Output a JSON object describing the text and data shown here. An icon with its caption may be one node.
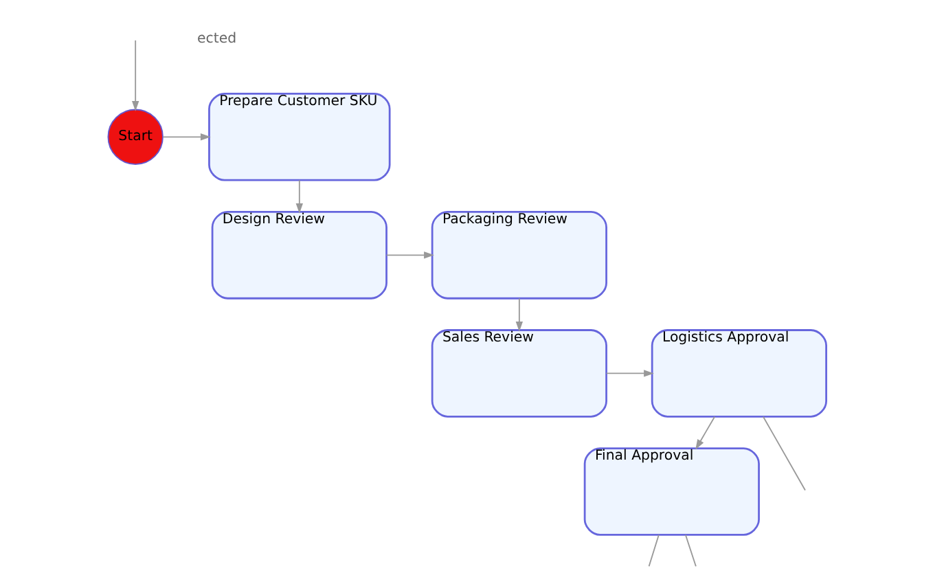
{
  "diagram": {
    "nodes": [
      {
        "text": [
          "Start"
        ]
      },
      {
        "text": [
          "Prepare Customer SKU"
        ]
      },
      {
        "text": [
          "Design Review"
        ]
      },
      {
        "text": [
          "Packaging Review"
        ]
      },
      {
        "text": [
          "Sales Review"
        ]
      },
      {
        "text": [
          "Logistics Approval"
        ]
      },
      {
        "text": [
          "Final Approval"
        ]
      }
    ],
    "edges": [
      {
        "from": null,
        "to": 0,
        "arrow": "to"
      },
      {
        "from": 0,
        "to": 1,
        "arrow": "to"
      },
      {
        "from": 1,
        "to": 2,
        "arrow": "to"
      },
      {
        "from": 2,
        "to": 3,
        "arrow": "to"
      },
      {
        "from": 3,
        "to": 4,
        "arrow": "to"
      },
      {
        "from": 4,
        "to": 5,
        "arrow": "to"
      },
      {
        "from": 5,
        "to": 6,
        "arrow": "to"
      },
      {
        "from": 5,
        "to": null,
        "arrow": "none"
      },
      {
        "from": 6,
        "to": null,
        "arrow": "none"
      },
      {
        "from": 6,
        "to": null,
        "arrow": "none"
      }
    ],
    "labels": [
      "ected"
    ]
  }
}
